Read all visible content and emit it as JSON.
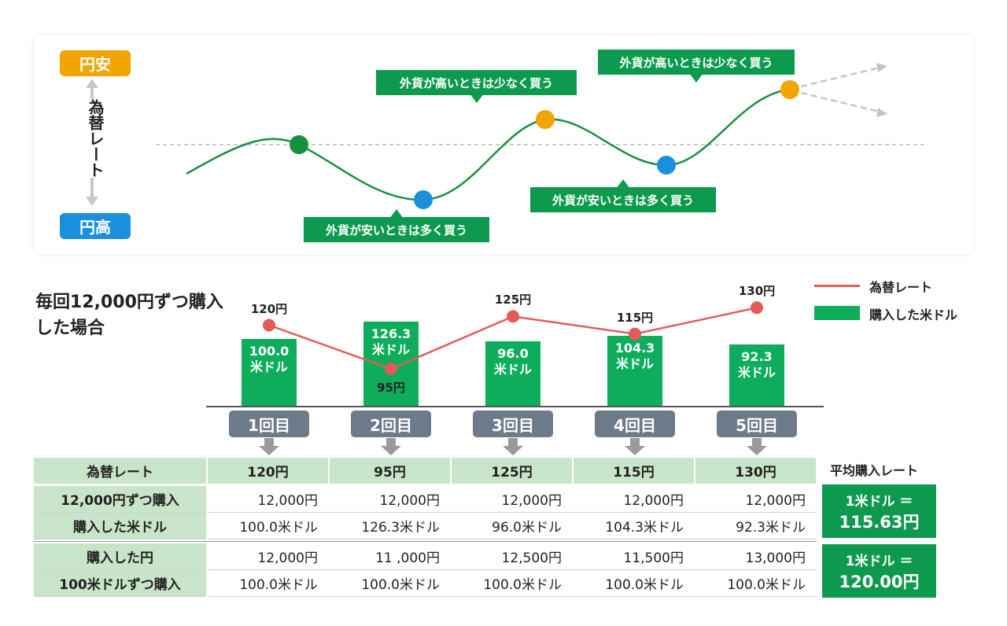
{
  "top": {
    "weak_yen": "円安",
    "strong_yen": "円高",
    "axis_label": "為替レート",
    "callouts": {
      "high_1": "外貨が高いときは少なく買う",
      "high_2": "外貨が高いときは少なく買う",
      "low_1": "外貨が安いときは多く買う",
      "low_2": "外貨が安いときは多く買う"
    },
    "colors": {
      "green": "#0e9a4e",
      "orange": "#f0a500",
      "blue": "#1a8fdc",
      "dot_green": "#17913f"
    }
  },
  "chart": {
    "title": "毎回12,000円ずつ購入した場合",
    "legend": {
      "rate": "為替レート",
      "usd": "購入した米ドル"
    },
    "rounds": [
      "1回目",
      "2回目",
      "3回目",
      "4回目",
      "5回目"
    ],
    "bars": [
      {
        "l1": "100.0",
        "l2": "米ドル"
      },
      {
        "l1": "126.3",
        "l2": "米ドル"
      },
      {
        "l1": "96.0",
        "l2": "米ドル"
      },
      {
        "l1": "104.3",
        "l2": "米ドル"
      },
      {
        "l1": "92.3",
        "l2": "米ドル"
      }
    ],
    "rate_labels": [
      "120円",
      "95円",
      "125円",
      "115円",
      "130円"
    ]
  },
  "chart_data": {
    "type": "bar",
    "categories": [
      "1回目",
      "2回目",
      "3回目",
      "4回目",
      "5回目"
    ],
    "series": [
      {
        "name": "購入した米ドル",
        "values": [
          100.0,
          126.3,
          96.0,
          104.3,
          92.3
        ]
      },
      {
        "name": "為替レート",
        "values": [
          120,
          95,
          125,
          115,
          130
        ]
      }
    ],
    "title": "毎回12,000円ずつ購入した場合"
  },
  "table": {
    "rows_a": [
      {
        "head": "為替レート",
        "cells": [
          "120円",
          "95円",
          "125円",
          "115円",
          "130円"
        ]
      },
      {
        "head": "12,000円ずつ購入",
        "cells": [
          "12,000円",
          "12,000円",
          "12,000円",
          "12,000円",
          "12,000円"
        ]
      },
      {
        "head": "購入した米ドル",
        "cells": [
          "100.0米ドル",
          "126.3米ドル",
          "96.0米ドル",
          "104.3米ドル",
          "92.3米ドル"
        ]
      }
    ],
    "rows_b": [
      {
        "head": "購入した円",
        "cells": [
          "12,000円",
          "11 ,000円",
          "12,500円",
          "11,500円",
          "13,000円"
        ]
      },
      {
        "head": "100米ドルずつ購入",
        "cells": [
          "100.0米ドル",
          "100.0米ドル",
          "100.0米ドル",
          "100.0米ドル",
          "100.0米ドル"
        ]
      }
    ],
    "avg_title": "平均購入レート",
    "avg_a": {
      "l1": "1米ドル ＝",
      "l2": "115.63円"
    },
    "avg_b": {
      "l1": "1米ドル ＝",
      "l2": "120.00円"
    }
  }
}
